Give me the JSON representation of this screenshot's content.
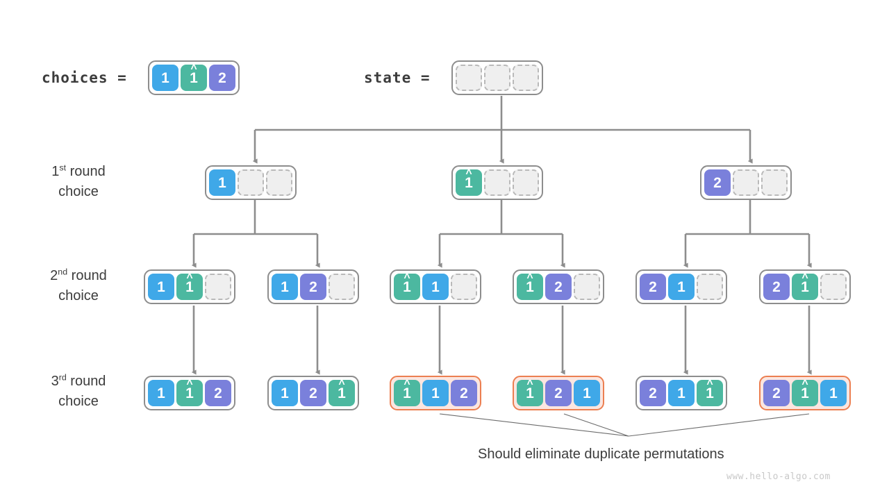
{
  "meta": {
    "watermark": "www.hello-algo.com",
    "caption": "Should eliminate duplicate permutations",
    "colors": {
      "blue": "#3fa8e8",
      "green": "#4cb8a0",
      "purple": "#7a80db",
      "empty": "#efefef",
      "outline": "#8d8d8d",
      "highlight_border": "#ec7f51",
      "highlight_fill": "#fbe6e0",
      "wire": "#8d8d8d",
      "text": "#3c3c3c",
      "watermark": "#c8c8c8"
    }
  },
  "header": {
    "choices_label": "choices =",
    "choices_cells": [
      {
        "text": "1",
        "color": "blue",
        "hat": false
      },
      {
        "text": "1",
        "color": "green",
        "hat": true
      },
      {
        "text": "2",
        "color": "purple",
        "hat": false
      }
    ],
    "state_label": "state =",
    "state_cells": [
      {
        "text": "",
        "color": "empty",
        "hat": false
      },
      {
        "text": "",
        "color": "empty",
        "hat": false
      },
      {
        "text": "",
        "color": "empty",
        "hat": false
      }
    ]
  },
  "rows": [
    {
      "label_ordinal": "1",
      "label_sup": "st",
      "label_word": "round",
      "label_line2": "choice",
      "nodes": [
        {
          "highlight": false,
          "cells": [
            {
              "text": "1",
              "color": "blue",
              "hat": false
            },
            {
              "text": "",
              "color": "empty",
              "hat": false
            },
            {
              "text": "",
              "color": "empty",
              "hat": false
            }
          ]
        },
        {
          "highlight": false,
          "cells": [
            {
              "text": "1",
              "color": "green",
              "hat": true
            },
            {
              "text": "",
              "color": "empty",
              "hat": false
            },
            {
              "text": "",
              "color": "empty",
              "hat": false
            }
          ]
        },
        {
          "highlight": false,
          "cells": [
            {
              "text": "2",
              "color": "purple",
              "hat": false
            },
            {
              "text": "",
              "color": "empty",
              "hat": false
            },
            {
              "text": "",
              "color": "empty",
              "hat": false
            }
          ]
        }
      ]
    },
    {
      "label_ordinal": "2",
      "label_sup": "nd",
      "label_word": "round",
      "label_line2": "choice",
      "nodes": [
        {
          "highlight": false,
          "cells": [
            {
              "text": "1",
              "color": "blue",
              "hat": false
            },
            {
              "text": "1",
              "color": "green",
              "hat": true
            },
            {
              "text": "",
              "color": "empty",
              "hat": false
            }
          ]
        },
        {
          "highlight": false,
          "cells": [
            {
              "text": "1",
              "color": "blue",
              "hat": false
            },
            {
              "text": "2",
              "color": "purple",
              "hat": false
            },
            {
              "text": "",
              "color": "empty",
              "hat": false
            }
          ]
        },
        {
          "highlight": false,
          "cells": [
            {
              "text": "1",
              "color": "green",
              "hat": true
            },
            {
              "text": "1",
              "color": "blue",
              "hat": false
            },
            {
              "text": "",
              "color": "empty",
              "hat": false
            }
          ]
        },
        {
          "highlight": false,
          "cells": [
            {
              "text": "1",
              "color": "green",
              "hat": true
            },
            {
              "text": "2",
              "color": "purple",
              "hat": false
            },
            {
              "text": "",
              "color": "empty",
              "hat": false
            }
          ]
        },
        {
          "highlight": false,
          "cells": [
            {
              "text": "2",
              "color": "purple",
              "hat": false
            },
            {
              "text": "1",
              "color": "blue",
              "hat": false
            },
            {
              "text": "",
              "color": "empty",
              "hat": false
            }
          ]
        },
        {
          "highlight": false,
          "cells": [
            {
              "text": "2",
              "color": "purple",
              "hat": false
            },
            {
              "text": "1",
              "color": "green",
              "hat": true
            },
            {
              "text": "",
              "color": "empty",
              "hat": false
            }
          ]
        }
      ]
    },
    {
      "label_ordinal": "3",
      "label_sup": "rd",
      "label_word": "round",
      "label_line2": "choice",
      "nodes": [
        {
          "highlight": false,
          "cells": [
            {
              "text": "1",
              "color": "blue",
              "hat": false
            },
            {
              "text": "1",
              "color": "green",
              "hat": true
            },
            {
              "text": "2",
              "color": "purple",
              "hat": false
            }
          ]
        },
        {
          "highlight": false,
          "cells": [
            {
              "text": "1",
              "color": "blue",
              "hat": false
            },
            {
              "text": "2",
              "color": "purple",
              "hat": false
            },
            {
              "text": "1",
              "color": "green",
              "hat": true
            }
          ]
        },
        {
          "highlight": true,
          "cells": [
            {
              "text": "1",
              "color": "green",
              "hat": true
            },
            {
              "text": "1",
              "color": "blue",
              "hat": false
            },
            {
              "text": "2",
              "color": "purple",
              "hat": false
            }
          ]
        },
        {
          "highlight": true,
          "cells": [
            {
              "text": "1",
              "color": "green",
              "hat": true
            },
            {
              "text": "2",
              "color": "purple",
              "hat": false
            },
            {
              "text": "1",
              "color": "blue",
              "hat": false
            }
          ]
        },
        {
          "highlight": false,
          "cells": [
            {
              "text": "2",
              "color": "purple",
              "hat": false
            },
            {
              "text": "1",
              "color": "blue",
              "hat": false
            },
            {
              "text": "1",
              "color": "green",
              "hat": true
            }
          ]
        },
        {
          "highlight": true,
          "cells": [
            {
              "text": "2",
              "color": "purple",
              "hat": false
            },
            {
              "text": "1",
              "color": "green",
              "hat": true
            },
            {
              "text": "1",
              "color": "blue",
              "hat": false
            }
          ]
        }
      ]
    }
  ]
}
